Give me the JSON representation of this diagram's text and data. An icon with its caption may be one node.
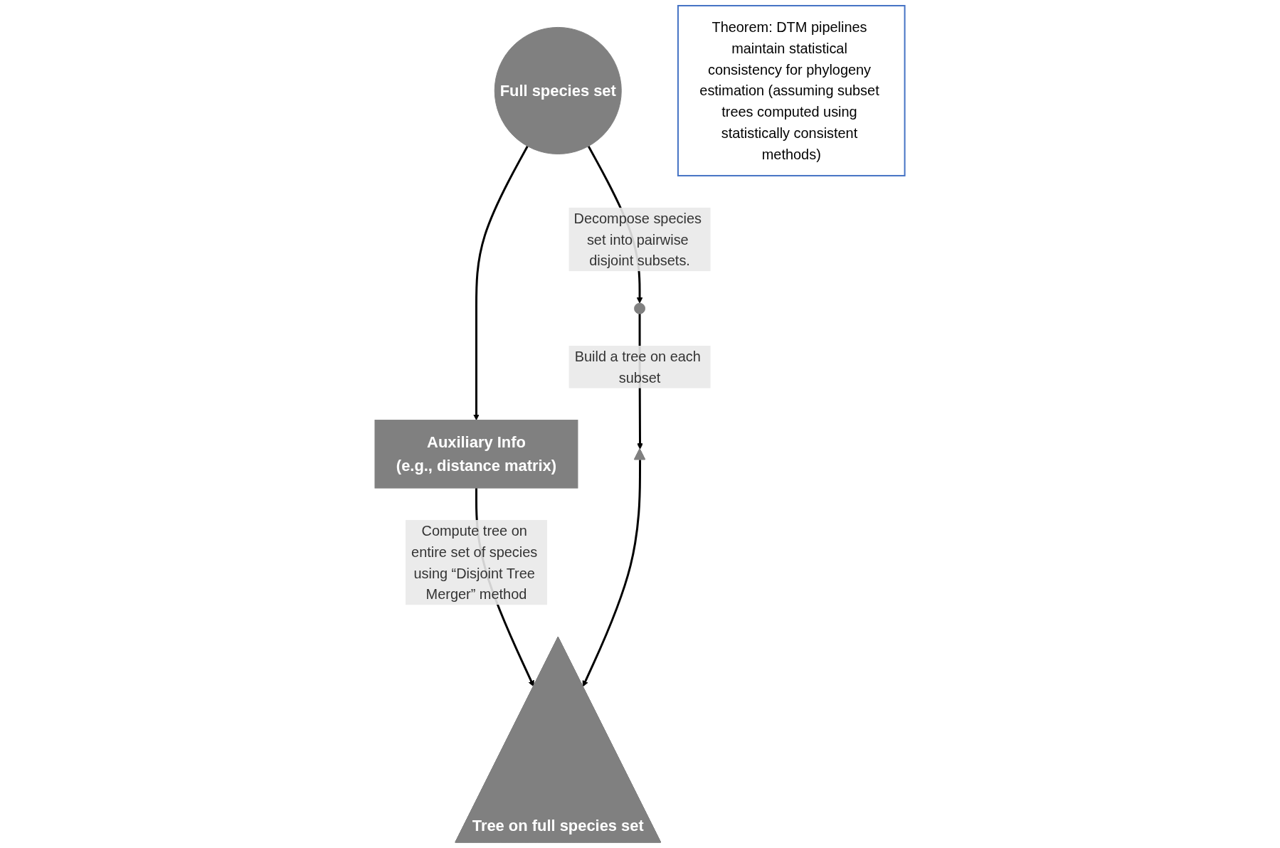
{
  "diagram": {
    "nodes": [
      {
        "text": [
          "Full species set"
        ]
      },
      {
        "text": [],
        "shape": "circle"
      },
      {
        "text": [
          "Theorem: DTM pipelines maintain statistical consistency for phylogeny estimation (assuming subset trees computed using statistically consistent methods)"
        ]
      },
      {
        "text": [
          "Auxiliary Info",
          "(e.g., distance matrix)"
        ]
      },
      {
        "text": [
          "Tree on full species set"
        ]
      },
      {
        "text": [],
        "shape": "triangle"
      }
    ],
    "edges": [
      {
        "from": 0,
        "to": 1,
        "arrow": "to",
        "label": "Decompose species set into pairwise disjoint subsets."
      },
      {
        "from": 1,
        "to": 5,
        "arrow": "to",
        "label": "Build a tree on each subset"
      },
      {
        "from": 0,
        "to": 3,
        "arrow": "to"
      },
      {
        "from": 3,
        "to": 4,
        "arrow": "to",
        "label": "Compute tree on entire set of species using “Disjoint Tree Merger” method"
      },
      {
        "from": 5,
        "to": 4,
        "arrow": "to"
      }
    ]
  }
}
